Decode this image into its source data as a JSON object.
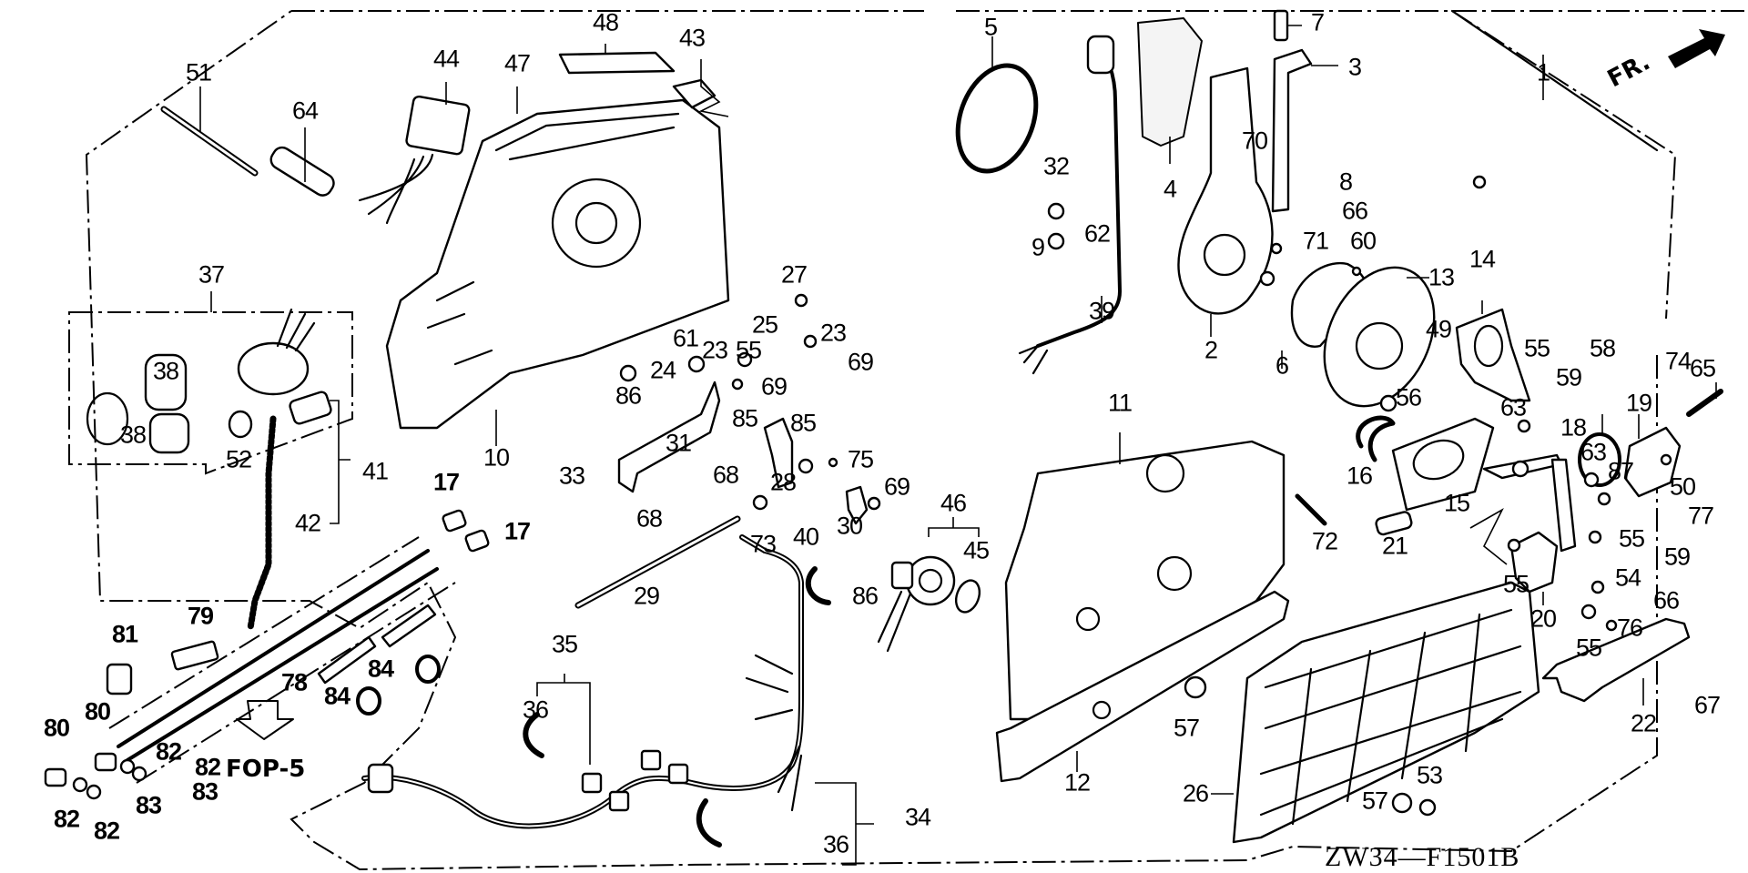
{
  "diagram": {
    "title_code": "ZW34—F1501B",
    "direction_marker": "FR.",
    "reference_link": "FOP-5",
    "callouts": [
      {
        "id": "1",
        "label": "1"
      },
      {
        "id": "2",
        "label": "2"
      },
      {
        "id": "3",
        "label": "3"
      },
      {
        "id": "4",
        "label": "4"
      },
      {
        "id": "5",
        "label": "5"
      },
      {
        "id": "6",
        "label": "6"
      },
      {
        "id": "7",
        "label": "7"
      },
      {
        "id": "8",
        "label": "8"
      },
      {
        "id": "9",
        "label": "9"
      },
      {
        "id": "10",
        "label": "10"
      },
      {
        "id": "11",
        "label": "11"
      },
      {
        "id": "12",
        "label": "12"
      },
      {
        "id": "13",
        "label": "13"
      },
      {
        "id": "14",
        "label": "14"
      },
      {
        "id": "15",
        "label": "15"
      },
      {
        "id": "16",
        "label": "16"
      },
      {
        "id": "17a",
        "label": "17"
      },
      {
        "id": "17b",
        "label": "17"
      },
      {
        "id": "18",
        "label": "18"
      },
      {
        "id": "19",
        "label": "19"
      },
      {
        "id": "20",
        "label": "20"
      },
      {
        "id": "21",
        "label": "21"
      },
      {
        "id": "22",
        "label": "22"
      },
      {
        "id": "23a",
        "label": "23"
      },
      {
        "id": "23b",
        "label": "23"
      },
      {
        "id": "24",
        "label": "24"
      },
      {
        "id": "25",
        "label": "25"
      },
      {
        "id": "26",
        "label": "26"
      },
      {
        "id": "27",
        "label": "27"
      },
      {
        "id": "28",
        "label": "28"
      },
      {
        "id": "29",
        "label": "29"
      },
      {
        "id": "30",
        "label": "30"
      },
      {
        "id": "31",
        "label": "31"
      },
      {
        "id": "32",
        "label": "32"
      },
      {
        "id": "33",
        "label": "33"
      },
      {
        "id": "34",
        "label": "34"
      },
      {
        "id": "35",
        "label": "35"
      },
      {
        "id": "36a",
        "label": "36"
      },
      {
        "id": "36b",
        "label": "36"
      },
      {
        "id": "37",
        "label": "37"
      },
      {
        "id": "38a",
        "label": "38"
      },
      {
        "id": "38b",
        "label": "38"
      },
      {
        "id": "39",
        "label": "39"
      },
      {
        "id": "40",
        "label": "40"
      },
      {
        "id": "41",
        "label": "41"
      },
      {
        "id": "42",
        "label": "42"
      },
      {
        "id": "43",
        "label": "43"
      },
      {
        "id": "44",
        "label": "44"
      },
      {
        "id": "45",
        "label": "45"
      },
      {
        "id": "46",
        "label": "46"
      },
      {
        "id": "47",
        "label": "47"
      },
      {
        "id": "48",
        "label": "48"
      },
      {
        "id": "49",
        "label": "49"
      },
      {
        "id": "50",
        "label": "50"
      },
      {
        "id": "51",
        "label": "51"
      },
      {
        "id": "52",
        "label": "52"
      },
      {
        "id": "53",
        "label": "53"
      },
      {
        "id": "54",
        "label": "54"
      },
      {
        "id": "55a",
        "label": "55"
      },
      {
        "id": "55b",
        "label": "55"
      },
      {
        "id": "55c",
        "label": "55"
      },
      {
        "id": "55d",
        "label": "55"
      },
      {
        "id": "55e",
        "label": "55"
      },
      {
        "id": "56",
        "label": "56"
      },
      {
        "id": "57a",
        "label": "57"
      },
      {
        "id": "57b",
        "label": "57"
      },
      {
        "id": "58",
        "label": "58"
      },
      {
        "id": "59a",
        "label": "59"
      },
      {
        "id": "59b",
        "label": "59"
      },
      {
        "id": "60",
        "label": "60"
      },
      {
        "id": "61",
        "label": "61"
      },
      {
        "id": "62",
        "label": "62"
      },
      {
        "id": "63a",
        "label": "63"
      },
      {
        "id": "63b",
        "label": "63"
      },
      {
        "id": "64",
        "label": "64"
      },
      {
        "id": "65",
        "label": "65"
      },
      {
        "id": "66a",
        "label": "66"
      },
      {
        "id": "66b",
        "label": "66"
      },
      {
        "id": "67",
        "label": "67"
      },
      {
        "id": "68a",
        "label": "68"
      },
      {
        "id": "68b",
        "label": "68"
      },
      {
        "id": "69a",
        "label": "69"
      },
      {
        "id": "69b",
        "label": "69"
      },
      {
        "id": "69c",
        "label": "69"
      },
      {
        "id": "70",
        "label": "70"
      },
      {
        "id": "71",
        "label": "71"
      },
      {
        "id": "72",
        "label": "72"
      },
      {
        "id": "73",
        "label": "73"
      },
      {
        "id": "74",
        "label": "74"
      },
      {
        "id": "75",
        "label": "75"
      },
      {
        "id": "76",
        "label": "76"
      },
      {
        "id": "77",
        "label": "77"
      },
      {
        "id": "78",
        "label": "78"
      },
      {
        "id": "79",
        "label": "79"
      },
      {
        "id": "80a",
        "label": "80"
      },
      {
        "id": "80b",
        "label": "80"
      },
      {
        "id": "81",
        "label": "81"
      },
      {
        "id": "82a",
        "label": "82"
      },
      {
        "id": "82b",
        "label": "82"
      },
      {
        "id": "82c",
        "label": "82"
      },
      {
        "id": "82d",
        "label": "82"
      },
      {
        "id": "83a",
        "label": "83"
      },
      {
        "id": "83b",
        "label": "83"
      },
      {
        "id": "84a",
        "label": "84"
      },
      {
        "id": "84b",
        "label": "84"
      },
      {
        "id": "85a",
        "label": "85"
      },
      {
        "id": "85b",
        "label": "85"
      },
      {
        "id": "86a",
        "label": "86"
      },
      {
        "id": "86b",
        "label": "86"
      },
      {
        "id": "87",
        "label": "87"
      }
    ]
  }
}
